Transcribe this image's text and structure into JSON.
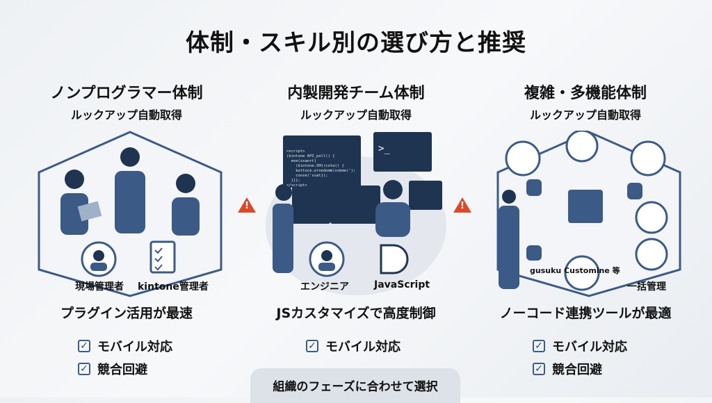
{
  "title": "体制・スキル別の選び方と推奨",
  "columns": [
    {
      "heading": "ノンプログラマー体制",
      "subheading": "ルックアップ自動取得",
      "labels": [
        "現場管理者",
        "kintone管理者"
      ],
      "recommendation": "プラグイン活用が最速",
      "checks": [
        "モバイル対応",
        "競合回避"
      ]
    },
    {
      "heading": "内製開発チーム体制",
      "subheading": "ルックアップ自動取得",
      "labels": [
        "エンジニア",
        "JavaScript"
      ],
      "recommendation": "JSカスタマイズで高度制御",
      "checks": [
        "モバイル対応"
      ],
      "code": [
        "<script>",
        "(kintone API_poll() {",
        "  eee(ssaort)",
        "    (kintone.SM(rcote() {",
        "    kottoce.eroedomm(sobme(');",
        "    coose('ssat});",
        "  }]};",
        "</script>"
      ],
      "terminal": ">_"
    },
    {
      "heading": "複雑・多機能体制",
      "subheading": "ルックアップ自動取得",
      "labels": [
        "gusuku Customine 等",
        "一括管理"
      ],
      "recommendation": "ノーコード連携ツールが最適",
      "checks": [
        "モバイル対応",
        "競合回避"
      ]
    }
  ],
  "footer": "組織のフェーズに合わせて選択",
  "warning_symbol": "!",
  "check_symbol": "✓",
  "colors": {
    "accent": "#3c5a86",
    "warning": "#d94a2b",
    "dark": "#1f3450"
  }
}
